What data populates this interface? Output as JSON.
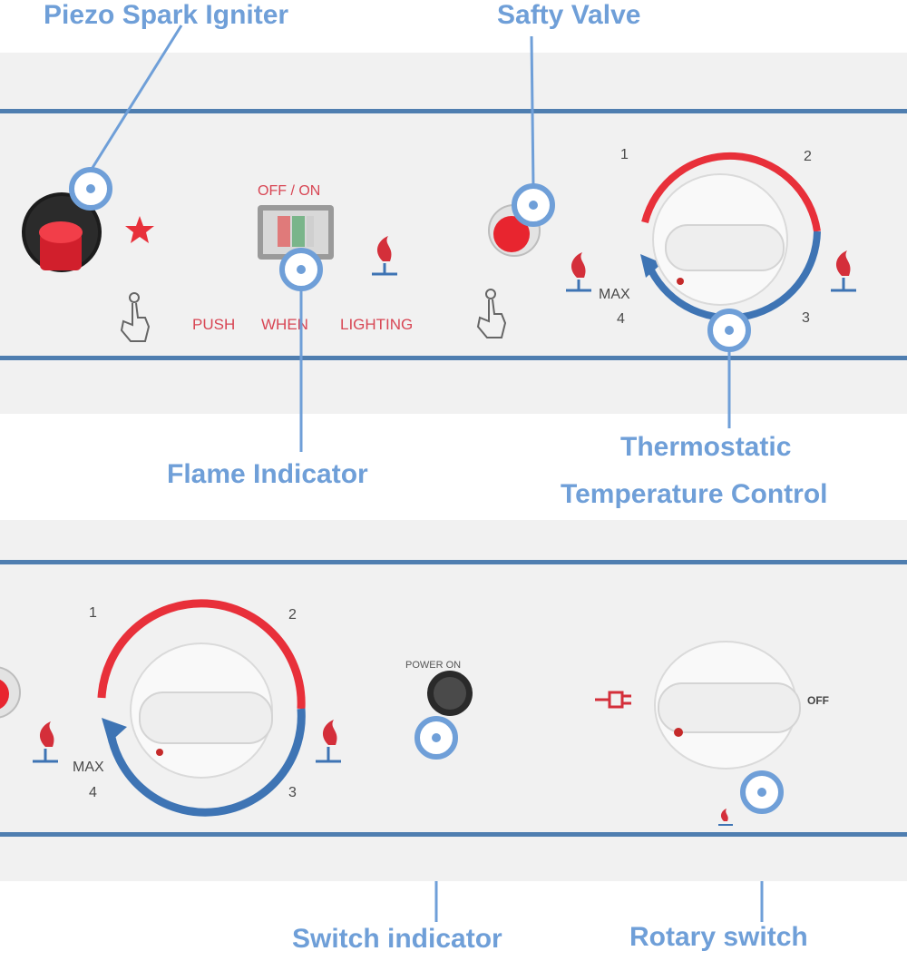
{
  "callouts": {
    "piezo": "Piezo Spark Igniter",
    "safety": "Safty Valve",
    "flame": "Flame Indicator",
    "thermo_line1": "Thermostatic",
    "thermo_line2": "Temperature  Control",
    "switch_indicator": "Switch indicator",
    "rotary": "Rotary switch"
  },
  "panel_top": {
    "off_on": "OFF / ON",
    "push": "PUSH",
    "when": "WHEN",
    "lighting": "LIGHTING",
    "max": "MAX",
    "dial": [
      "1",
      "2",
      "3",
      "4"
    ]
  },
  "panel_bottom": {
    "max": "MAX",
    "dial": [
      "1",
      "2",
      "3",
      "4"
    ],
    "power_on": "POWER ON",
    "off": "OFF"
  },
  "colors": {
    "callout": "#6f9fd8",
    "stripe": "#4f7eb0",
    "red": "#e8303a",
    "blue": "#3e74b4"
  }
}
